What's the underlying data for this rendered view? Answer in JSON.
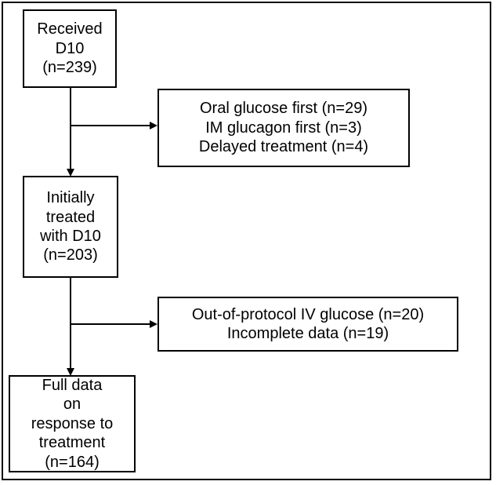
{
  "nodes": {
    "received": {
      "lines": [
        "Received",
        "D10",
        "(n=239)"
      ]
    },
    "exclusion1": {
      "lines": [
        "Oral glucose first (n=29)",
        "IM glucagon first (n=3)",
        "Delayed treatment (n=4)"
      ]
    },
    "initial": {
      "lines": [
        "Initially",
        "treated",
        "with D10",
        "(n=203)"
      ]
    },
    "exclusion2": {
      "lines": [
        "Out-of-protocol IV glucose (n=20)",
        "Incomplete data (n=19)"
      ]
    },
    "full": {
      "lines": [
        "Full data",
        "on",
        "response to",
        "treatment",
        "(n=164)"
      ]
    }
  },
  "colors": {
    "stroke": "#000000",
    "background": "#ffffff"
  }
}
